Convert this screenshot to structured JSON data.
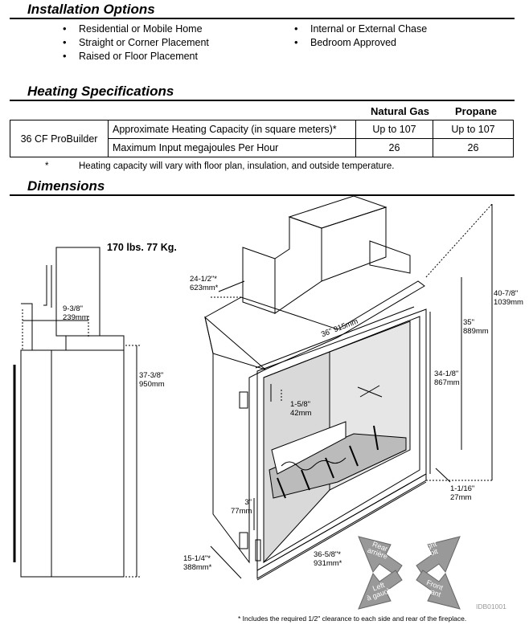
{
  "installation": {
    "title": "Installation Options",
    "left_items": [
      "Residential or Mobile Home",
      "Straight or Corner Placement",
      "Raised or Floor Placement"
    ],
    "right_items": [
      "Internal or External Chase",
      "Bedroom Approved"
    ]
  },
  "heating": {
    "title": "Heating Specifications",
    "col_natural_gas": "Natural Gas",
    "col_propane": "Propane",
    "model": "36 CF ProBuilder",
    "rows": [
      {
        "label": "Approximate Heating Capacity (in square meters)*",
        "natural_gas": "Up to 107",
        "propane": "Up to 107"
      },
      {
        "label": "Maximum Input megajoules Per Hour",
        "natural_gas": "26",
        "propane": "26"
      }
    ],
    "footnote_mark": "*",
    "footnote": "Heating capacity will vary with floor plan, insulation, and outside temperature."
  },
  "dimensions": {
    "title": "Dimensions",
    "weight": "170 lbs. 77 Kg.",
    "labels": {
      "d_9_3_8": "9-3/8\"",
      "d_239": "239mm",
      "d_37_3_8": "37-3/8\"",
      "d_950": "950mm",
      "d_24_1_2": "24-1/2\"*",
      "d_623": "623mm*",
      "d_36": "36\" 915mm",
      "d_1_5_8": "1-5/8\"",
      "d_42": "42mm",
      "d_3": "3\"",
      "d_77": "77mm",
      "d_15_1_4": "15-1/4\"*",
      "d_388": "388mm*",
      "d_36_5_8": "36-5/8\"*",
      "d_931": "931mm*",
      "d_35": "35\"",
      "d_889": "889mm",
      "d_34_1_8": "34-1/8\"",
      "d_867": "867mm",
      "d_40_7_8": "40-7/8\"",
      "d_1039": "1039mm",
      "d_1_1_16": "1-1/16\"",
      "d_27": "27mm"
    },
    "directions": {
      "rear_1": "Rear",
      "rear_2": "arrière",
      "right_1": "Right",
      "right_2": "droit",
      "left_1": "Left",
      "left_2": "à gauche",
      "front_1": "Front",
      "front_2": "avant"
    },
    "figure_id": "IDB01001",
    "clearance_note": "* Includes the required 1/2\" clearance to each side and rear of the fireplace."
  }
}
